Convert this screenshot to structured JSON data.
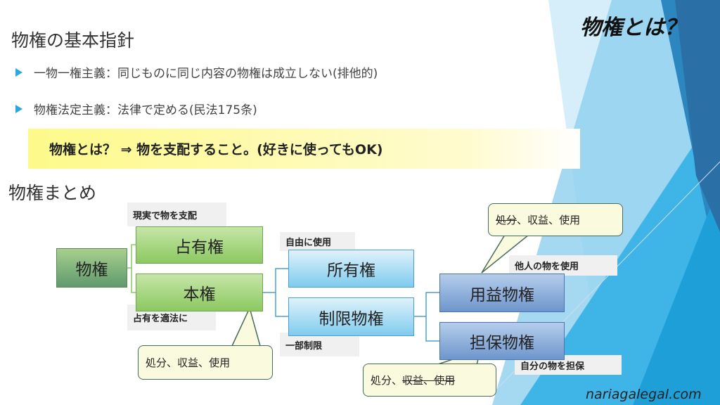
{
  "corner_title": "物権とは？",
  "heading": "物権の基本指針",
  "bullets": [
    "一物一権主義：同じものに同じ内容の物権は成立しない(排他的)",
    "物権法定主義：法律で定める(民法175条)"
  ],
  "highlight": "物権とは？ ⇒ 物を支配すること。(好きに使ってもOK)",
  "summary_heading": "物権まとめ",
  "diagram": {
    "root": "物権",
    "possession": "占有権",
    "main_right": "本権",
    "ownership": "所有権",
    "limited": "制限物権",
    "usufruct": "用益物権",
    "security": "担保物権",
    "labels": {
      "possession": "現実で物を支配",
      "main_right": "占有を適法に",
      "ownership": "自由に使用",
      "limited": "一部制限",
      "usufruct": "他人の物を使用",
      "security": "自分の物を担保"
    },
    "callouts": {
      "ownership": {
        "a": "処分",
        "sep1": "、",
        "b": "収益",
        "sep2": "、",
        "c": "使用"
      },
      "usufruct": {
        "a": "処分",
        "sep1": "、",
        "b": "収益",
        "sep2": "、",
        "c": "使用"
      },
      "security": {
        "a": "処分",
        "sep1": "、",
        "b": "収益",
        "sep2": "、",
        "c": "使用"
      }
    }
  },
  "footer": "nariagalegal.com"
}
